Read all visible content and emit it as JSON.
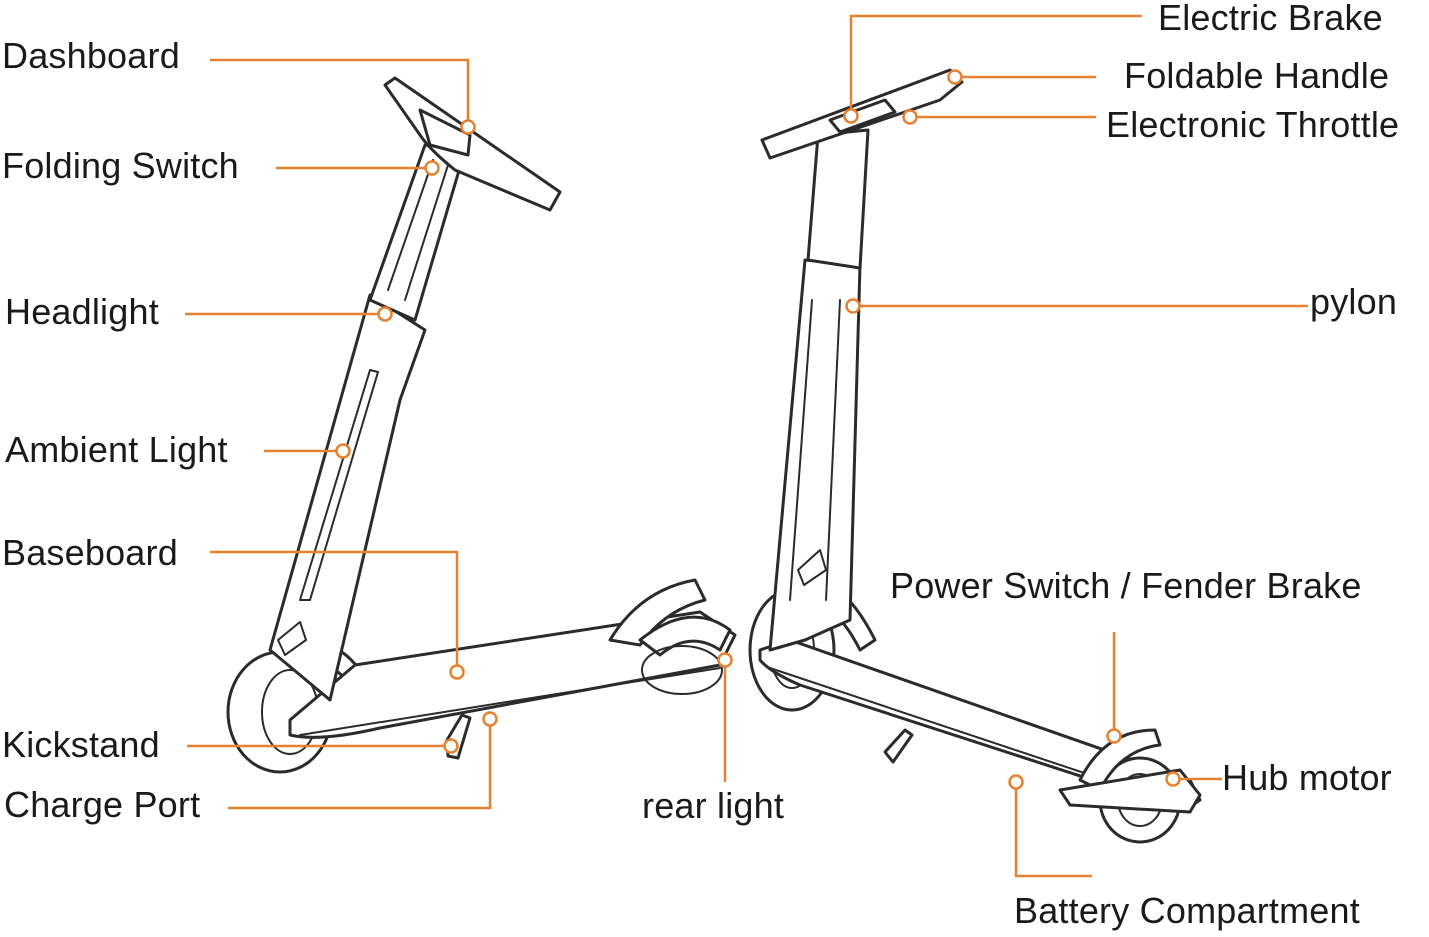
{
  "labels": {
    "dashboard": "Dashboard",
    "folding_switch": "Folding Switch",
    "headlight": "Headlight",
    "ambient_light": "Ambient Light",
    "baseboard": "Baseboard",
    "kickstand": "Kickstand",
    "charge_port": "Charge Port",
    "rear_light": "rear light",
    "electric_brake": "Electric Brake",
    "foldable_handle": "Foldable Handle",
    "electronic_throttle": "Electronic Throttle",
    "pylon": "pylon",
    "power_switch_fender_brake": "Power Switch / Fender Brake",
    "hub_motor": "Hub motor",
    "battery_compartment": "Battery Compartment"
  },
  "colors": {
    "leader": "#e8812f",
    "outline": "#2b2b2b",
    "text": "#1a1a1a"
  }
}
